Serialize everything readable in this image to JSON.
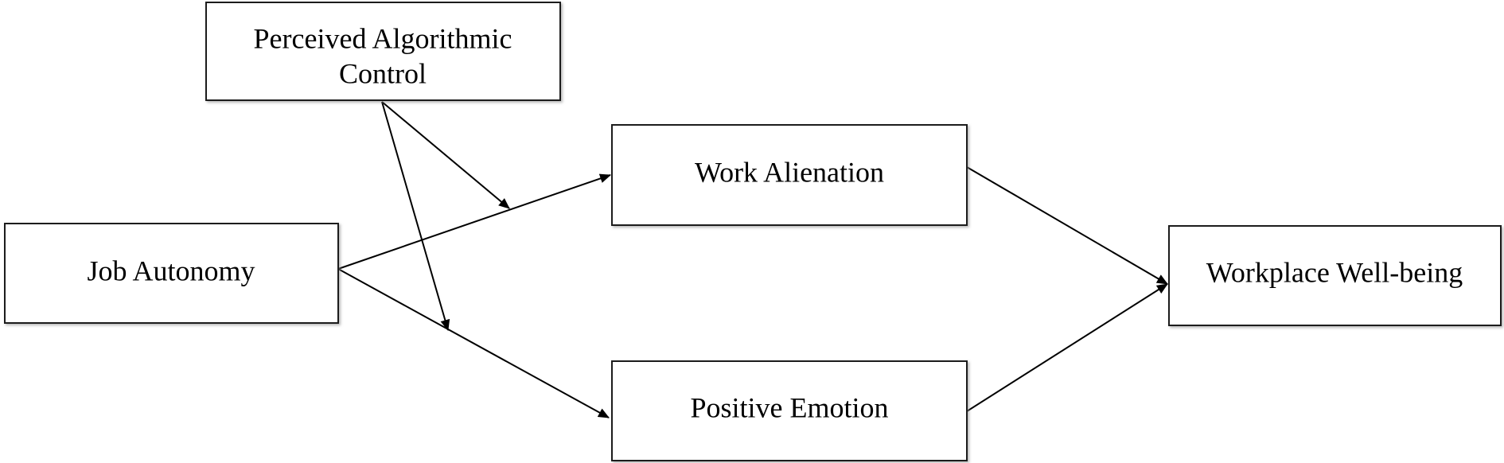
{
  "nodes": {
    "perceived_algorithmic_control": {
      "line1": "Perceived Algorithmic",
      "line2": "Control"
    },
    "job_autonomy": {
      "label": "Job Autonomy"
    },
    "work_alienation": {
      "label": "Work Alienation"
    },
    "positive_emotion": {
      "label": "Positive Emotion"
    },
    "workplace_well_being": {
      "label": "Workplace Well-being"
    }
  }
}
